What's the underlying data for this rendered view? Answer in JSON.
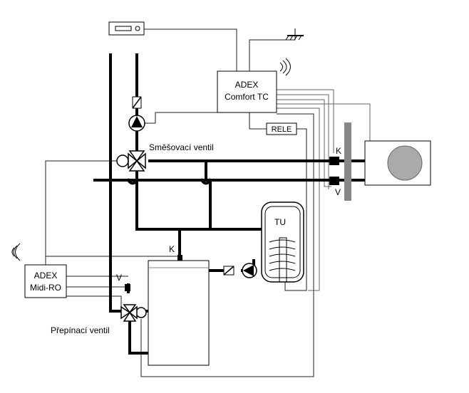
{
  "controllers": {
    "comfort": {
      "line1": "ADEX",
      "line2": "Comfort TC"
    },
    "midi": {
      "line1": "ADEX",
      "line2": "Midi-RO"
    }
  },
  "relay": {
    "label": "RELE"
  },
  "valves": {
    "mixing": {
      "label": "Směšovací ventil"
    },
    "switching": {
      "label": "Přepínací ventil"
    }
  },
  "tank": {
    "label": "TU"
  },
  "markers": {
    "hp_k": "K",
    "hp_v": "V",
    "boiler_k": "K",
    "boiler_v": "V"
  }
}
